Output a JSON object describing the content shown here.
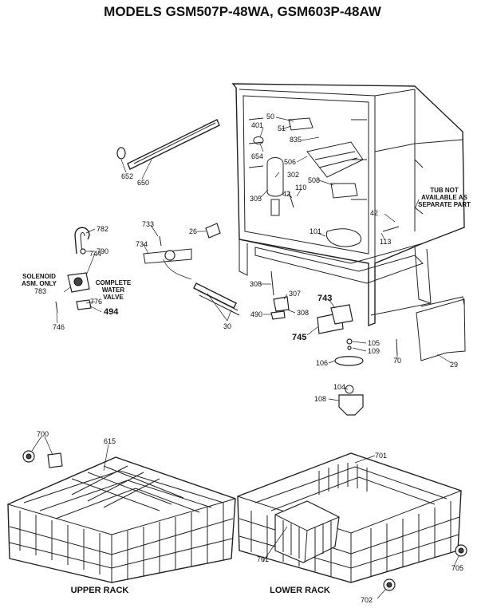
{
  "title": "MODELS GSM507P-48WA, GSM603P-48AW",
  "notes": {
    "tub": [
      "TUB NOT",
      "AVAILABLE AS",
      "SEPARATE PART"
    ],
    "solenoid": [
      "SOLENOID",
      "ASM. ONLY"
    ],
    "valve": [
      "COMPLETE",
      "WATER",
      "VALVE"
    ]
  },
  "racks": {
    "upper": "UPPER RACK",
    "lower": "LOWER RACK"
  },
  "parts": {
    "p50": "50",
    "p51": "51",
    "p401": "401",
    "p835": "835",
    "p654": "654",
    "p506": "506",
    "p302": "302",
    "p508": "508",
    "p42a": "42",
    "p110": "110",
    "p305": "305",
    "p42b": "42",
    "p101": "101",
    "p113": "113",
    "p652": "652",
    "p650": "650",
    "p782": "782",
    "p733": "733",
    "p26": "26",
    "p734": "734",
    "p790": "790",
    "p744": "744",
    "p783": "783",
    "p776": "776",
    "p494": "494",
    "p746": "746",
    "p30": "30",
    "p308a": "308",
    "p307": "307",
    "p490": "490",
    "p308b": "308",
    "p743": "743",
    "p745": "745",
    "p105": "105",
    "p109": "109",
    "p70": "70",
    "p29": "29",
    "p106": "106",
    "p104": "104",
    "p108": "108",
    "p700": "700",
    "p615": "615",
    "p701": "701",
    "p761": "761",
    "p705": "705",
    "p702": "702"
  }
}
